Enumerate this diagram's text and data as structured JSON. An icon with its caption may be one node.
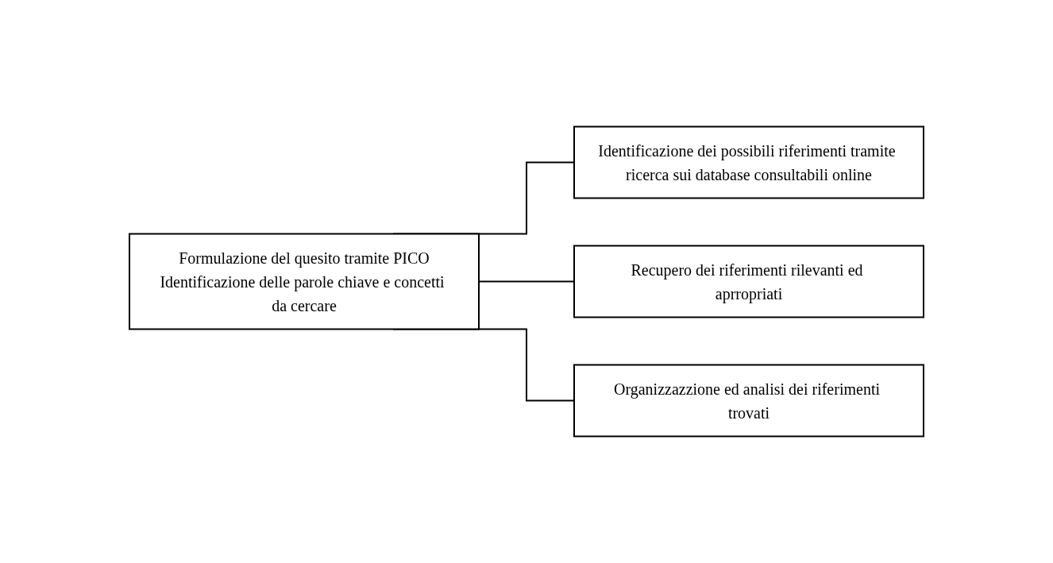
{
  "diagram": {
    "nodes": [
      {
        "text": [
          "Formulazione del quesito tramite PICO",
          "Identificazione delle parole chiave e concetti da cercare"
        ]
      },
      {
        "text": [
          "Identificazione dei possibili riferimenti tramite ricerca sui database consultabili online"
        ]
      },
      {
        "text": [
          "Recupero dei riferimenti rilevanti ed aprropriati"
        ]
      },
      {
        "text": [
          "Organizzazzione ed analisi dei riferimenti trovati"
        ]
      }
    ],
    "edges": [
      {
        "from": 0,
        "to": 1,
        "arrow": "none"
      },
      {
        "from": 0,
        "to": 2,
        "arrow": "none"
      },
      {
        "from": 0,
        "to": 3,
        "arrow": "none"
      }
    ]
  }
}
